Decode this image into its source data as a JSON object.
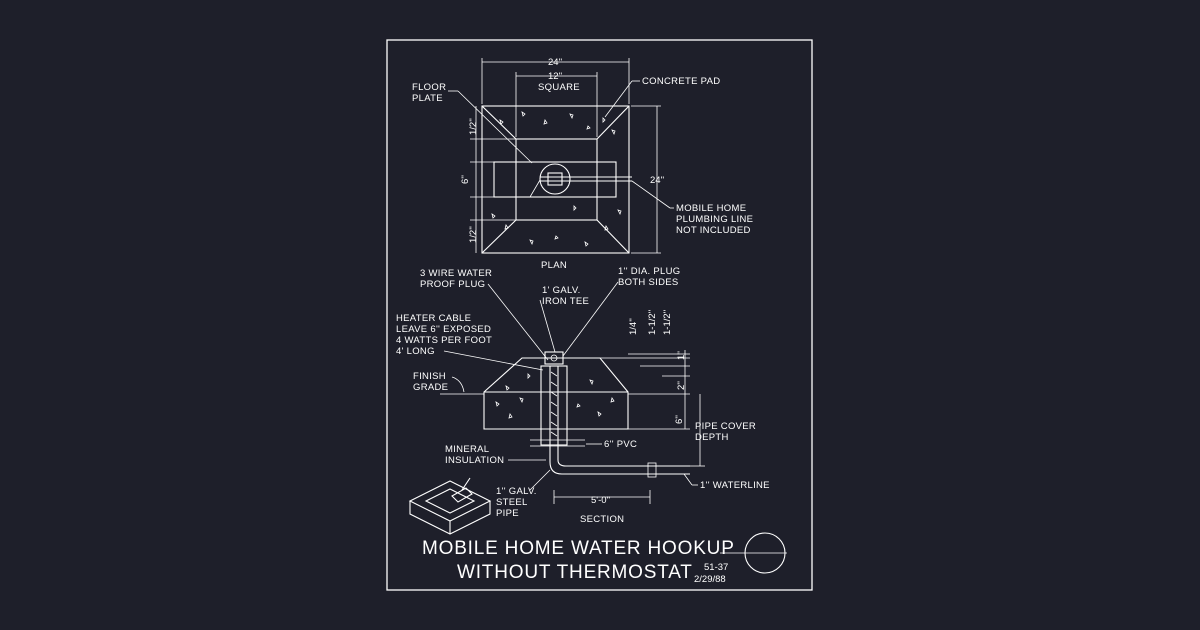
{
  "colors": {
    "background": "#1e1f2a",
    "ink": "#ffffff"
  },
  "plan": {
    "dim_24_top": "24''",
    "dim_12": "12''",
    "square": "SQUARE",
    "concrete_pad": "CONCRETE PAD",
    "floor_plate_1": "FLOOR",
    "floor_plate_2": "PLATE",
    "dim_half_top": "1/2''",
    "dim_6": "6''",
    "dim_half_bottom": "1/2''",
    "dim_24_right": "24''",
    "mobile_1": "MOBILE HOME",
    "mobile_2": "PLUMBING LINE",
    "mobile_3": "NOT INCLUDED",
    "caption": "PLAN"
  },
  "section": {
    "wire_plug_1": "3 WIRE WATER",
    "wire_plug_2": "PROOF PLUG",
    "galv_tee_1": "1' GALV.",
    "galv_tee_2": "IRON TEE",
    "dia_plug_1": "1'' DIA. PLUG",
    "dia_plug_2": "BOTH SIDES",
    "heater_1": "HEATER CABLE",
    "heater_2": "LEAVE 6'' EXPOSED",
    "heater_3": "4 WATTS PER FOOT",
    "heater_4": "4' LONG",
    "dim_quarter": "1/4''",
    "dim_1half_a": "1-1/2''",
    "dim_1half_b": "1-1/2''",
    "dim_1": "1''",
    "dim_2": "2''",
    "dim_6": "6''",
    "finish_1": "FINISH",
    "finish_2": "GRADE",
    "pipe_cover_1": "PIPE COVER",
    "pipe_cover_2": "DEPTH",
    "mineral_1": "MINERAL",
    "mineral_2": "INSULATION",
    "pvc": "6'' PVC",
    "waterline": "1'' WATERLINE",
    "steel_1": "1'' GALV.",
    "steel_2": "STEEL",
    "steel_3": "PIPE",
    "dim_5ft": "5'-0''",
    "caption": "SECTION"
  },
  "title": {
    "line1": "MOBILE HOME WATER HOOKUP",
    "line2": "WITHOUT THERMOSTAT",
    "code": "51-37",
    "date": "2/29/88"
  }
}
